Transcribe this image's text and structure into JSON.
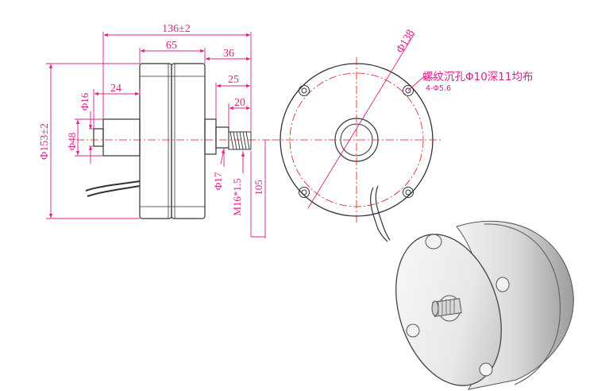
{
  "dimensions": {
    "width_overall": "136±2",
    "width_body": "65",
    "shaft_length": "36",
    "shaft_extension": "25",
    "thread_length": "20",
    "boss_offset": "24",
    "diameter_boss_small": "Φ16",
    "diameter_boss": "Φ48",
    "diameter_outer": "Φ153±2",
    "diameter_shaft": "Φ17",
    "thread_spec": "M16*1.5",
    "shaft_tip": "105",
    "bolt_circle": "Φ138"
  },
  "annotations": {
    "hole_note": "螺纹沉孔Φ10深11均布",
    "hole_count": "4-Φ5.6"
  },
  "colors": {
    "dimension": "#e0208a",
    "outline": "#333333",
    "centerline": "#e01a1a"
  }
}
